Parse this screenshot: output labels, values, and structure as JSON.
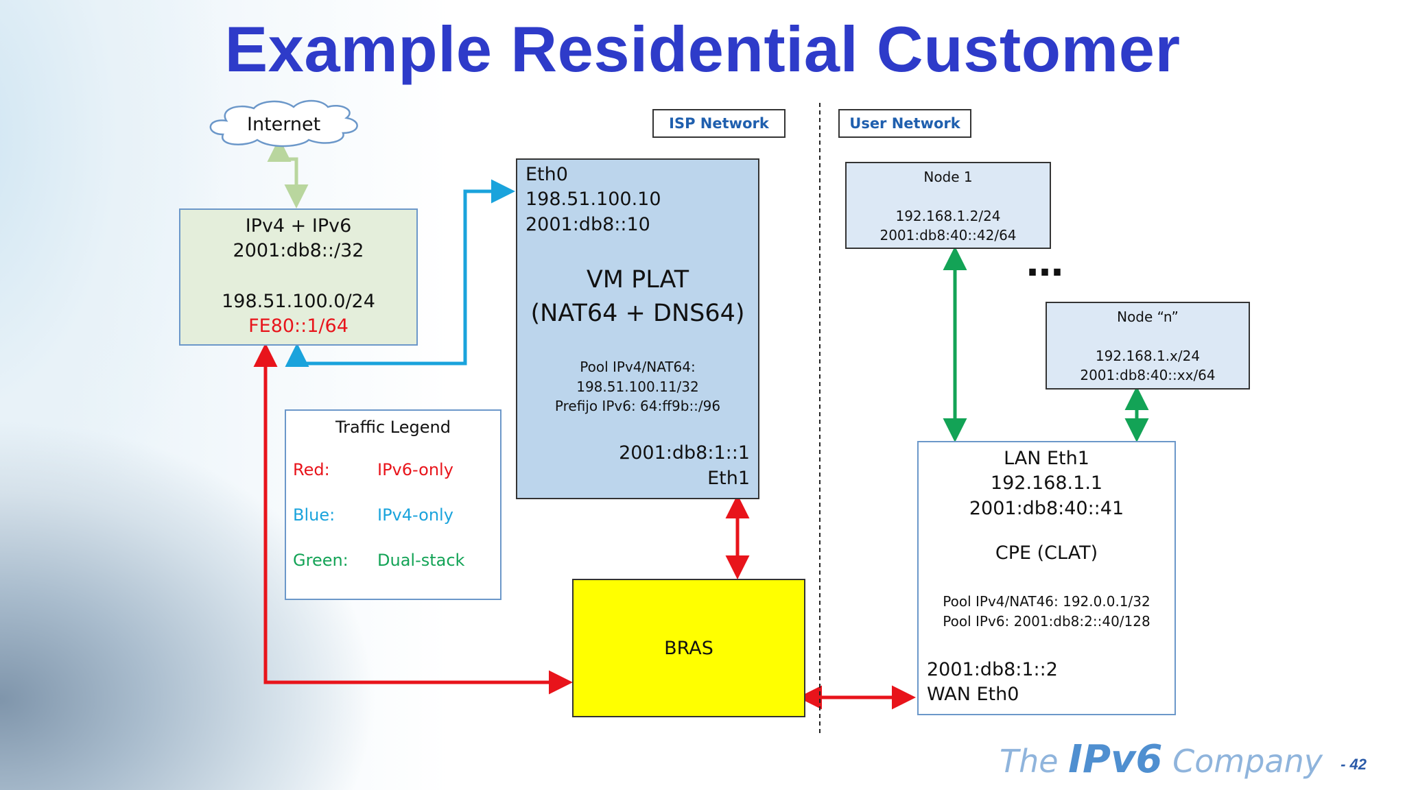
{
  "title": "Example Residential Customer",
  "labels": {
    "isp": "ISP Network",
    "user": "User Network"
  },
  "internet": {
    "label": "Internet"
  },
  "upstream": {
    "line1": "IPv4 + IPv6",
    "line2": "2001:db8::/32",
    "line3": "198.51.100.0/24",
    "line4": "FE80::1/64"
  },
  "plat": {
    "eth0": "Eth0",
    "ipv4": "198.51.100.10",
    "ipv6": "2001:db8::10",
    "name": "VM PLAT",
    "subname": "(NAT64 + DNS64)",
    "pool1": "Pool IPv4/NAT64:",
    "pool2": "198.51.100.11/32",
    "pool3": "Prefijo IPv6: 64:ff9b::/96",
    "eth1_addr": "2001:db8:1::1",
    "eth1": "Eth1"
  },
  "legend": {
    "title": "Traffic Legend",
    "rows": [
      {
        "key": "Red:",
        "value": "IPv6-only",
        "color": "#e8141b"
      },
      {
        "key": "Blue:",
        "value": "IPv4-only",
        "color": "#1aa3dc"
      },
      {
        "key": "Green:",
        "value": "Dual-stack",
        "color": "#13a356"
      }
    ]
  },
  "bras": {
    "label": "BRAS"
  },
  "node1": {
    "name": "Node 1",
    "ipv4": "192.168.1.2/24",
    "ipv6": "2001:db8:40::42/64"
  },
  "ellipsis": "…",
  "noden": {
    "name": "Node “n”",
    "ipv4": "192.168.1.x/24",
    "ipv6": "2001:db8:40::xx/64"
  },
  "cpe": {
    "lan": "LAN Eth1",
    "ipv4": "192.168.1.1",
    "ipv6": "2001:db8:40::41",
    "name": "CPE (CLAT)",
    "pool1": "Pool IPv4/NAT46: 192.0.0.1/32",
    "pool2": "Pool IPv6: 2001:db8:2::40/128",
    "wan_addr": "2001:db8:1::2",
    "wan": "WAN Eth0"
  },
  "logo": {
    "the": "The",
    "ipv6": "IPv6",
    "company": "Company"
  },
  "page_number": "- 42",
  "colors": {
    "red": "#e8141b",
    "blue": "#1aa3dc",
    "green": "#13a356",
    "lightgreen": "#b9d69e",
    "bras": "#ffff00",
    "plat": "#bcd5ec",
    "upstream": "#e4eedb",
    "node": "#dce8f5"
  }
}
